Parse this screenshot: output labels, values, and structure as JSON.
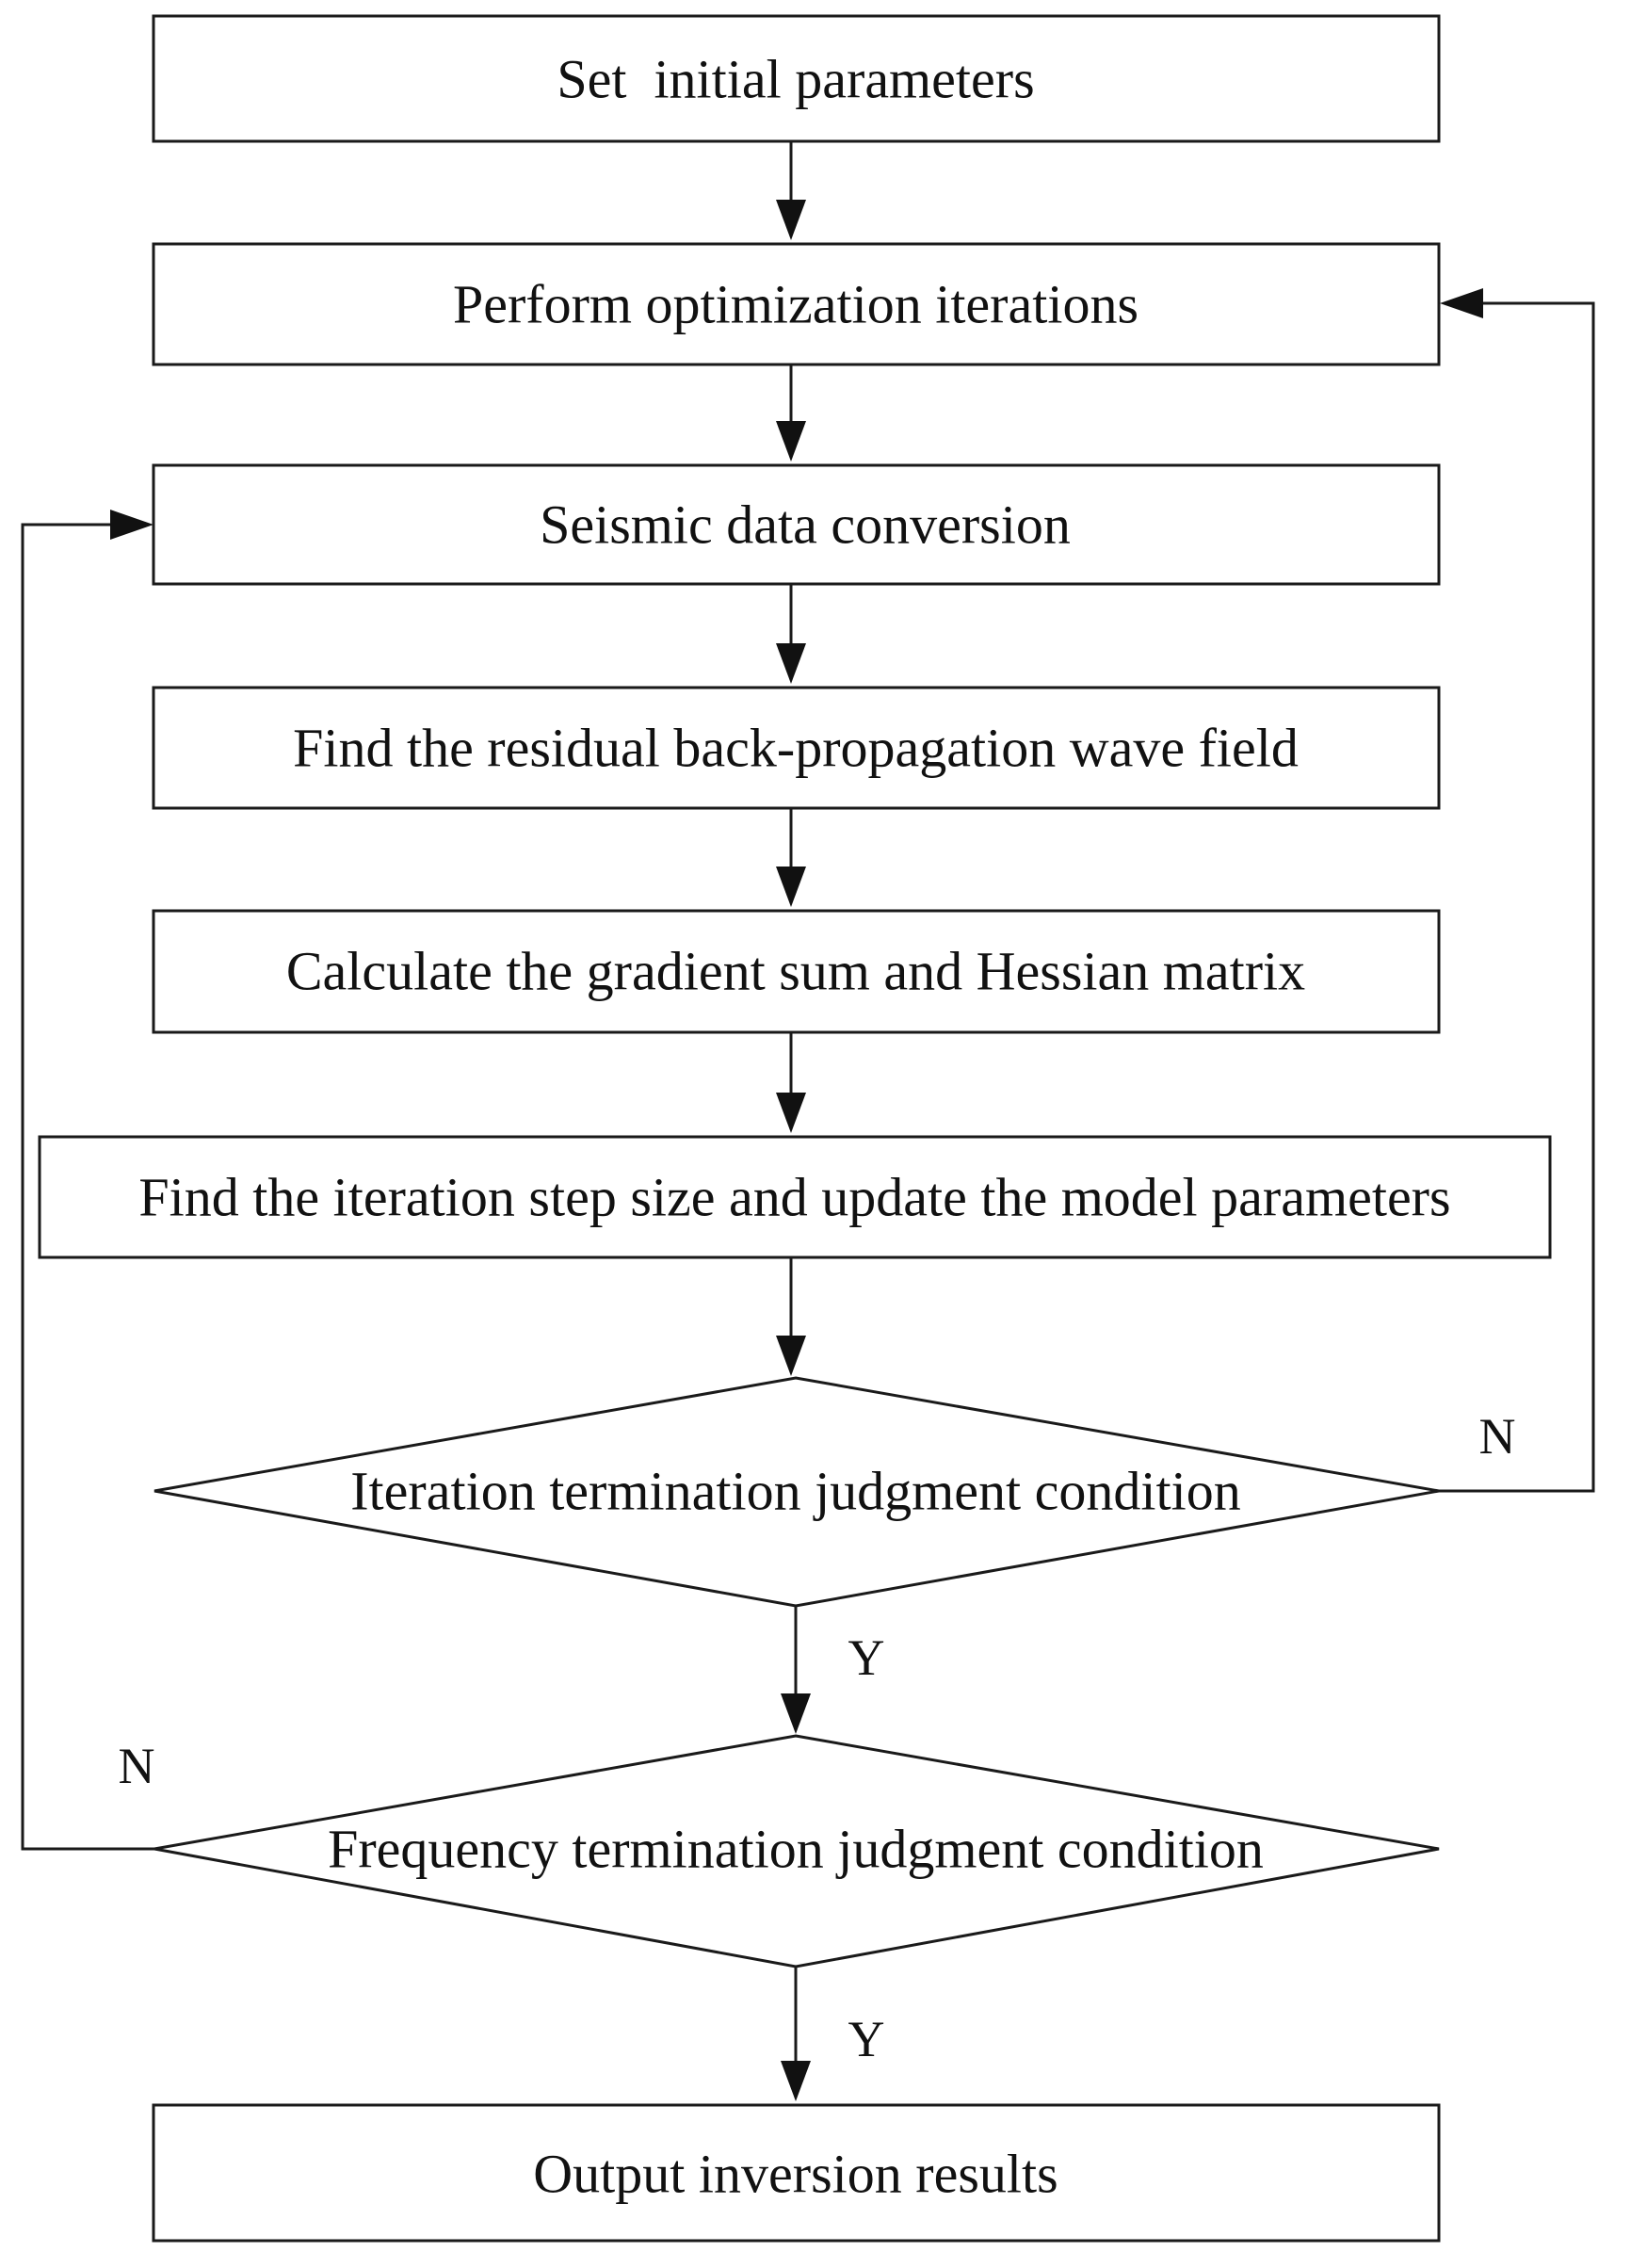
{
  "diagram": {
    "nodes": {
      "set_params": {
        "label": "Set  initial parameters"
      },
      "perform_iter": {
        "label": "Perform optimization iterations"
      },
      "seismic_conv": {
        "label": "Seismic data conversion"
      },
      "residual_field": {
        "label": "Find the residual back-propagation wave field"
      },
      "gradient_hessian": {
        "label": "Calculate the gradient sum and Hessian matrix"
      },
      "step_update": {
        "label": "Find the iteration step size and update the model parameters"
      },
      "iter_judge": {
        "label": "Iteration termination judgment condition"
      },
      "freq_judge": {
        "label": "Frequency termination judgment condition"
      },
      "output": {
        "label": "Output inversion results"
      }
    },
    "edge_labels": {
      "iter_no": "N",
      "iter_yes": "Y",
      "freq_no": "N",
      "freq_yes": "Y"
    }
  }
}
